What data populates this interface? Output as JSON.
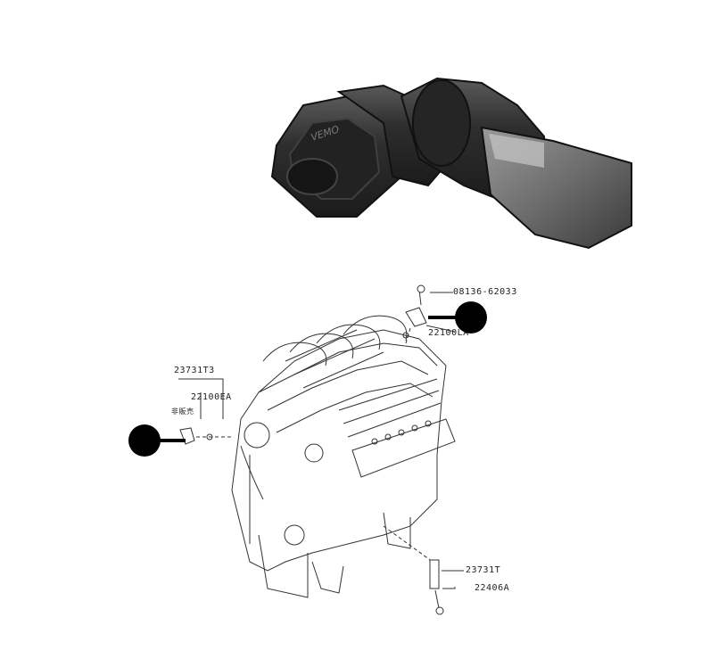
{
  "photo": {
    "brand_mark": "VEMO"
  },
  "diagram": {
    "callouts": {
      "top_bolt": "08136-62033",
      "top_sensor": "22100LA",
      "left_bracket": "23731T3",
      "left_sensor": "22100EA",
      "left_note": "非販売",
      "bottom_sensor": "23731T",
      "bottom_bolt": "22406A"
    }
  }
}
